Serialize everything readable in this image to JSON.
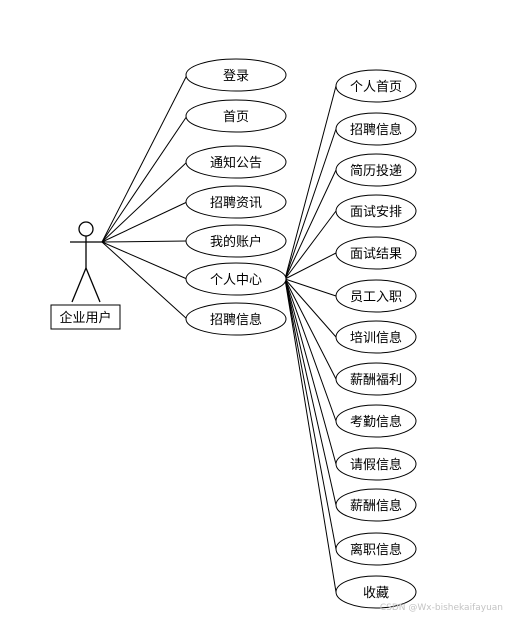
{
  "actor": {
    "label": "企业用户"
  },
  "left_use_cases": [
    "登录",
    "首页",
    "通知公告",
    "招聘资讯",
    "我的账户",
    "个人中心",
    "招聘信息"
  ],
  "right_use_cases": [
    "个人首页",
    "招聘信息",
    "简历投递",
    "面试安排",
    "面试结果",
    "员工入职",
    "培训信息",
    "薪酬福利",
    "考勤信息",
    "请假信息",
    "薪酬信息",
    "离职信息",
    "收藏"
  ],
  "watermark": "CSDN @Wx-bishekaifayuan"
}
